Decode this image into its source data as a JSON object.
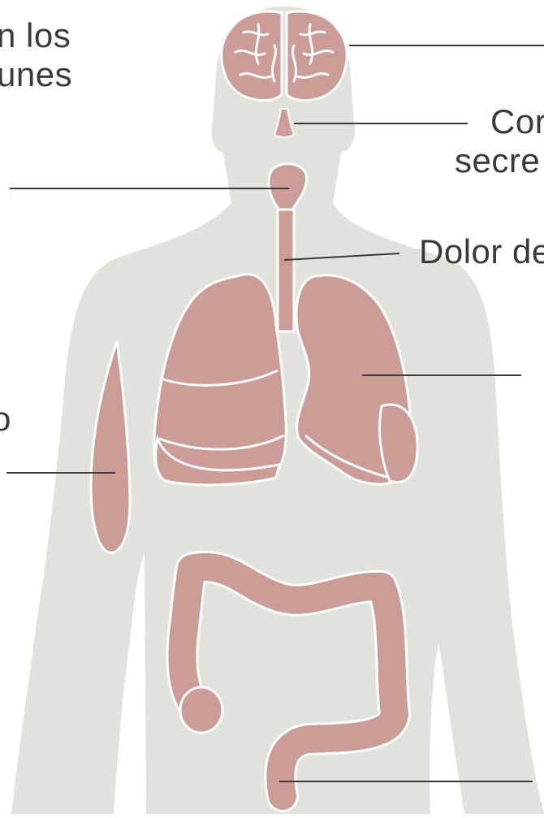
{
  "labels": {
    "top_left": [
      "n los",
      "unes"
    ],
    "nose": [
      "Cor",
      "secre"
    ],
    "throat": [
      "Dolor de"
    ],
    "arm": [
      "o"
    ]
  },
  "colors": {
    "background": "#ffffff",
    "body": "#e2e2dc",
    "organ": "#cc9c97",
    "organ_outline": "#ffffff",
    "line": "#3a3a3a",
    "text": "#3a3a3a"
  },
  "icons": [
    "brain-icon",
    "nose-icon",
    "throat-icon",
    "trachea-icon",
    "lung-icon",
    "muscle-icon",
    "intestine-icon"
  ]
}
